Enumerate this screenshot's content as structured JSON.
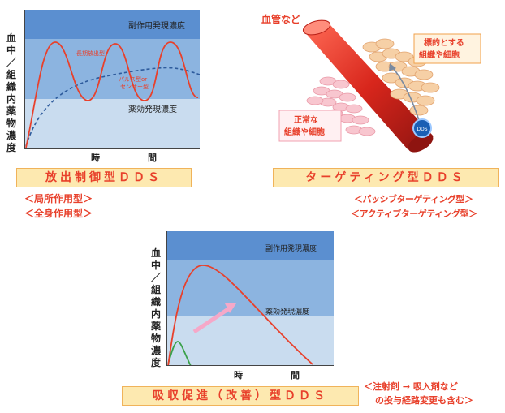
{
  "chart1": {
    "ylabel": "血中／組織内薬物濃度",
    "side_effect_label": "副作用発現濃度",
    "effect_label": "薬効発現濃度",
    "sustained_label": "長期放出型",
    "pulse_label_1": "パルス型or",
    "pulse_label_2": "センサー型",
    "xlabel": "時　間",
    "title": "放出制御型ＤＤＳ",
    "subtypes": [
      "＜局所作用型＞",
      "＜全身作用型＞"
    ]
  },
  "targeting": {
    "vessel_label": "血管など",
    "target_label_1": "標的とする",
    "target_label_2": "組織や細胞",
    "normal_label_1": "正常な",
    "normal_label_2": "組織や細胞",
    "dds_label": "DDS",
    "title": "ターゲティング型ＤＤＳ",
    "subtypes": [
      "＜パッシブターゲティング型＞",
      "＜アクティブターゲティング型＞"
    ]
  },
  "chart2": {
    "ylabel": "血中／組織内薬物濃度",
    "side_effect_label": "副作用発現濃度",
    "effect_label": "薬効発現濃度",
    "xlabel": "時　間",
    "title": "吸収促進（改善）型ＤＤＳ",
    "note_1": "＜注射剤 → 吸入剤など",
    "note_2": "の投与経路変更も含む＞"
  },
  "colors": {
    "band_top": "#5b8fd0",
    "band_mid": "#8cb4e0",
    "band_low": "#c9dcef",
    "curve_red": "#e8402b",
    "curve_dash": "#2e5b9c",
    "curve_green": "#3aa14a",
    "arrow_pink": "#f5a8c8",
    "title_bg": "#fde9b0"
  }
}
